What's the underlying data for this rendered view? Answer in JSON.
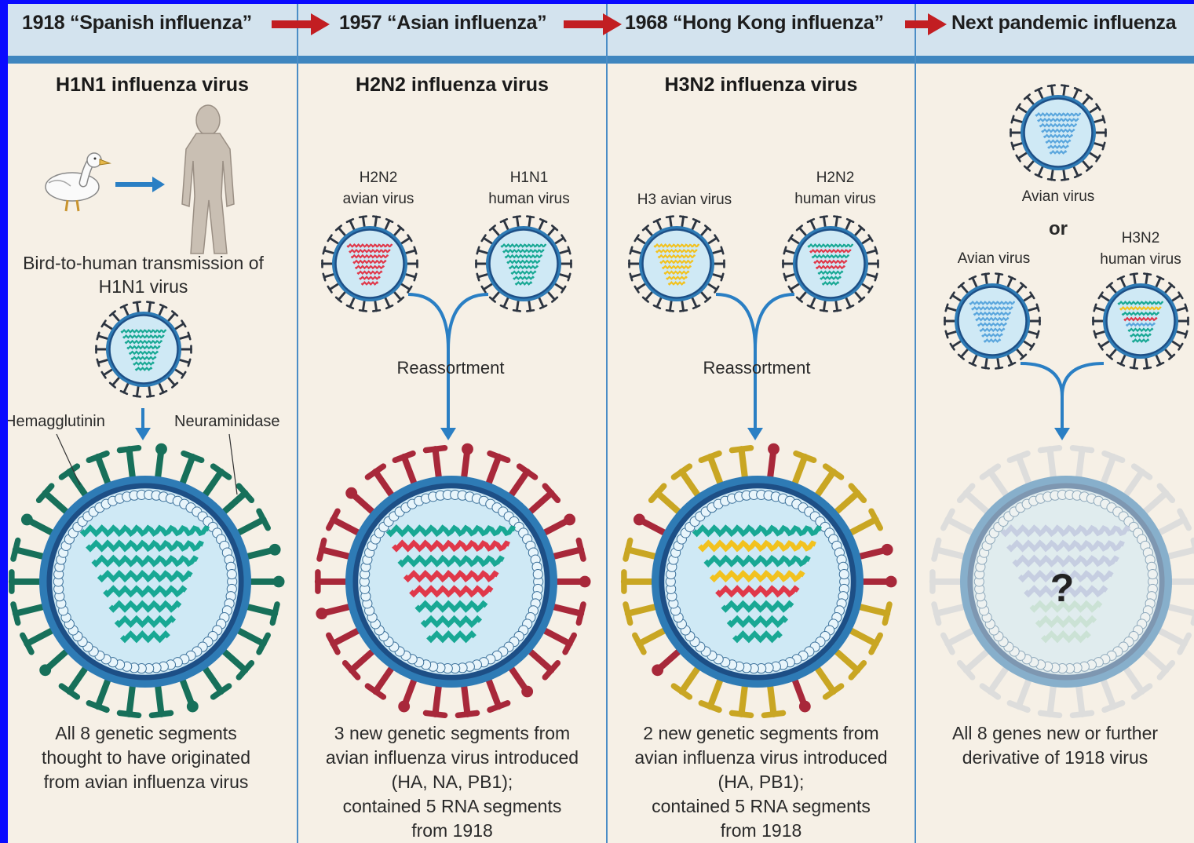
{
  "timeline": [
    {
      "year_label": "1918 “Spanish influenza”"
    },
    {
      "year_label": "1957 “Asian influenza”"
    },
    {
      "year_label": "1968 “Hong Kong influenza”"
    },
    {
      "year_label": "Next pandemic influenza"
    }
  ],
  "panels": [
    {
      "title": "H1N1 influenza virus",
      "transmission_label": "Bird-to-human transmission of H1N1 virus",
      "hemagglutinin_label": "Hemagglutinin",
      "neuraminidase_label": "Neuraminidase",
      "caption": [
        "All 8 genetic segments",
        "thought to have originated",
        "from avian influenza virus"
      ],
      "spike_color": "#17705a",
      "rna_colors": [
        "#18a894",
        "#18a894",
        "#18a894",
        "#18a894",
        "#18a894",
        "#18a894",
        "#18a894",
        "#18a894"
      ]
    },
    {
      "title": "H2N2 influenza virus",
      "parent_a_label": [
        "H2N2",
        "avian virus"
      ],
      "parent_b_label": [
        "H1N1",
        "human virus"
      ],
      "reassortment_label": "Reassortment",
      "caption": [
        "3 new genetic segments from",
        "avian influenza virus introduced",
        "(HA, NA, PB1);",
        "contained 5 RNA segments",
        "from 1918"
      ],
      "spike_color": "#a8283a",
      "rna_colors": [
        "#18a894",
        "#e0384a",
        "#18a894",
        "#e0384a",
        "#e0384a",
        "#18a894",
        "#18a894",
        "#18a894"
      ]
    },
    {
      "title": "H3N2 influenza virus",
      "parent_a_label": [
        "H3 avian virus"
      ],
      "parent_b_label": [
        "H2N2",
        "human virus"
      ],
      "reassortment_label": "Reassortment",
      "caption": [
        "2 new genetic segments from",
        "avian influenza virus introduced",
        "(HA, PB1);",
        "contained 5 RNA segments",
        "from 1918"
      ],
      "spike_color": "#c9a623",
      "rna_colors": [
        "#18a894",
        "#f2c21f",
        "#18a894",
        "#f2c21f",
        "#e0384a",
        "#18a894",
        "#18a894",
        "#18a894"
      ]
    },
    {
      "top_virus_label": "Avian virus",
      "or_label": "or",
      "parent_a_label": [
        "Avian virus"
      ],
      "parent_b_label": [
        "H3N2",
        "human virus"
      ],
      "unknown_symbol": "?",
      "caption": [
        "All 8 genes new or further",
        "derivative of 1918 virus"
      ],
      "spike_color": "#c9cfd4",
      "rna_colors": [
        "#9fb3dd",
        "#9fb3dd",
        "#9fb3dd",
        "#9fb3dd",
        "#9fb3dd",
        "#a8d8c8",
        "#a8d8c8",
        "#a8d8c8"
      ]
    }
  ],
  "colors": {
    "background": "#0a0aff",
    "panel_bg": "#f6f0e6",
    "header_bg": "#d3e3ee",
    "header_line": "#3f86bf",
    "timeline_arrow": "#c21e22",
    "flow_arrow": "#2a7fc4",
    "virus_core": "#cfe9f5",
    "small_virus_spike": "#2c3440"
  },
  "icons": [
    "duck-icon",
    "human-silhouette-icon",
    "virus-icon",
    "timeline-arrow-icon",
    "merge-arrow-icon"
  ]
}
